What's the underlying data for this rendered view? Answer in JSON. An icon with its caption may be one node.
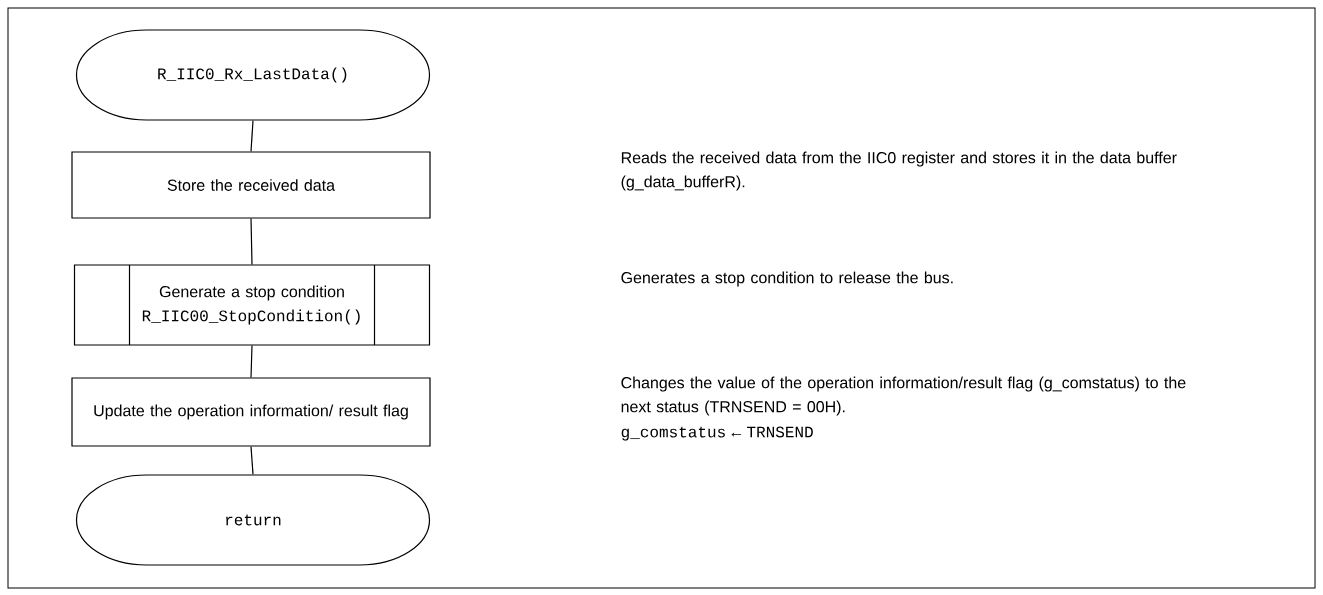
{
  "diagram": {
    "nodes": [
      {
        "text": [
          "R_IIC0_Rx_LastData()"
        ]
      },
      {
        "text": [
          "Store the received data"
        ]
      },
      {
        "text": [
          "Generate a stop condition",
          "R_IIC00_StopCondition()"
        ]
      },
      {
        "text": [
          "Update the operation information/ result flag"
        ]
      },
      {
        "text": [
          "return"
        ]
      }
    ],
    "edges": [
      {
        "from": 0,
        "to": 1,
        "arrow": "none"
      },
      {
        "from": 1,
        "to": 2,
        "arrow": "none"
      },
      {
        "from": 2,
        "to": 3,
        "arrow": "none"
      },
      {
        "from": 3,
        "to": 4,
        "arrow": "none"
      }
    ],
    "labels": [
      "Reads the received data from the IIC0 register and stores it in the data buffer (g_data_bufferR).",
      "Generates a stop condition to release the bus.",
      "Changes the value of the operation information/result flag (g_comstatus) to the next status (TRNSEND = 00H).",
      "g_comstatus ← TRNSEND"
    ]
  }
}
